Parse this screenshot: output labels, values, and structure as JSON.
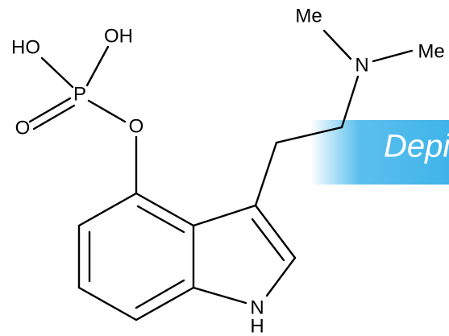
{
  "diagram": {
    "atoms": {
      "ho_left": "HO",
      "oh_top": "OH",
      "phosphorus": "P",
      "o_double": "O",
      "o_ester": "O",
      "nitrogen_amine": "N",
      "methyl_top": "Me",
      "methyl_right": "Me",
      "nitrogen_indole": "N",
      "hydrogen_indole": "H"
    },
    "watermark_text": "Depi",
    "colors": {
      "bond": "#000000",
      "label": "#000000",
      "banner": "#3fb4ea",
      "banner_text": "#ffffff",
      "background": "#ffffff"
    }
  }
}
